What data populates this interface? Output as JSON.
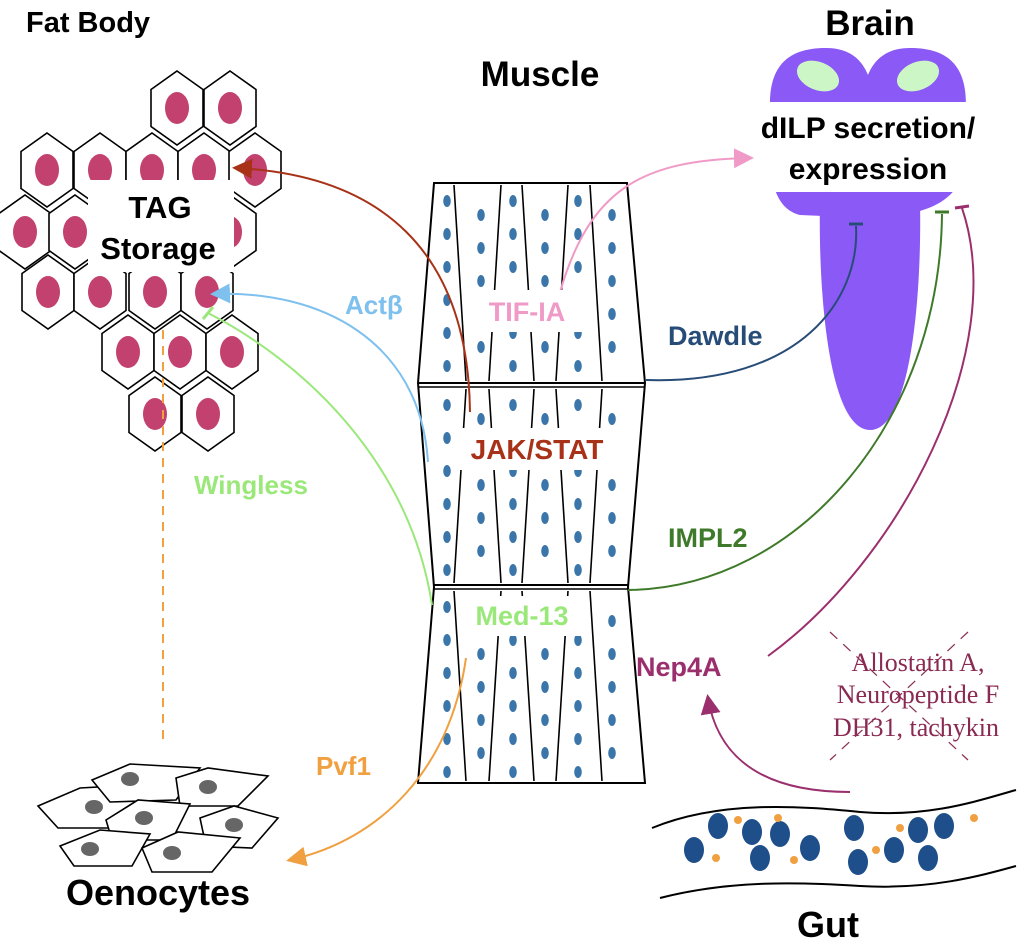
{
  "labels": {
    "fat_body": "Fat Body",
    "tag_line1": "TAG",
    "tag_line2": "Storage",
    "muscle": "Muscle",
    "brain": "Brain",
    "dilp_line1": "dILP secretion/",
    "dilp_line2": "expression",
    "oenocytes": "Oenocytes",
    "gut": "Gut"
  },
  "signals": {
    "actb": "Actβ",
    "tifia": "TIF-IA",
    "dawdle": "Dawdle",
    "jakstat": "JAK/STAT",
    "wingless": "Wingless",
    "impl2": "IMPL2",
    "med13": "Med-13",
    "nep4a": "Nep4A",
    "pvf1": "Pvf1"
  },
  "gut_peptides": {
    "line1": "Allostatin A,",
    "line2": "Neuropeptide F",
    "line3": "DH31, tachykin"
  },
  "colors": {
    "fat_nucleus": "#c2416f",
    "muscle_nucleus": "#3a76a9",
    "brain": "#8b59f6",
    "brain_lobe": "#cdf6c6",
    "gut_cell": "#1e4f8a",
    "gut_dot": "#f0a040",
    "oenocyte_nucleus": "#666666",
    "actb": "#7ec0ee",
    "tifia": "#f09ac7",
    "dawdle": "#284c78",
    "jakstat": "#a83218",
    "wingless": "#9ae87a",
    "impl2": "#3f7a2a",
    "med13": "#9ae87a",
    "nep4a": "#9b2f6d",
    "pvf1": "#f0a040",
    "peptide_text": "#8a2a52"
  }
}
